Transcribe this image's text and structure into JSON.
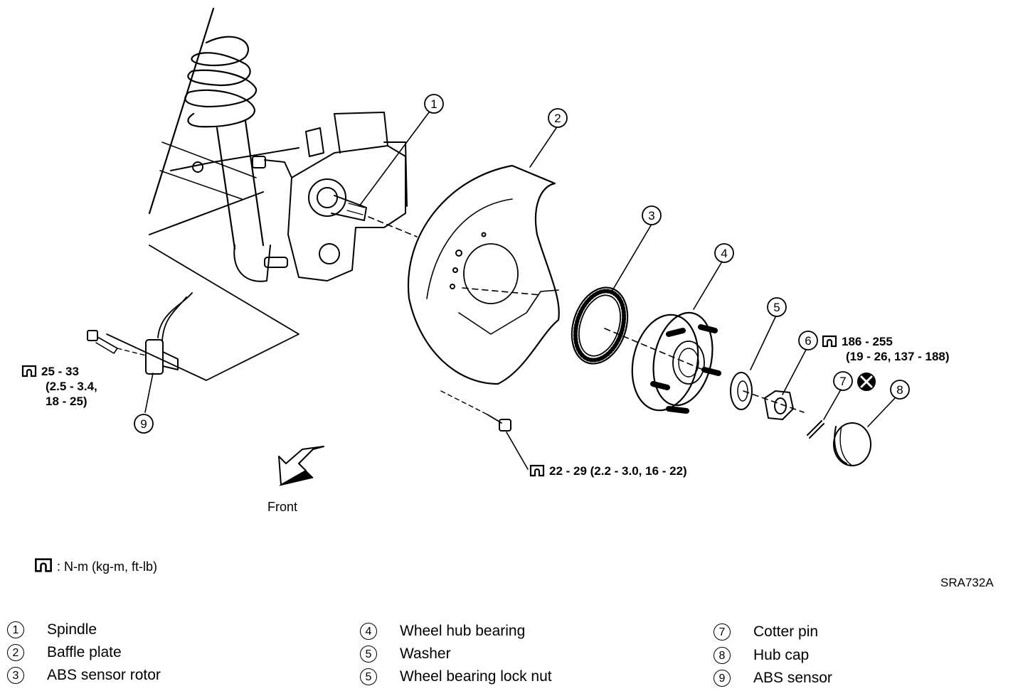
{
  "callouts": [
    "1",
    "2",
    "3",
    "4",
    "5",
    "6",
    "7",
    "8",
    "9"
  ],
  "front_label": "Front",
  "figure_code": "SRA732A",
  "torques": {
    "abs_sensor": [
      "25 - 33",
      "(2.5 - 3.4,",
      "18 - 25)"
    ],
    "lock_nut": [
      "186 - 255",
      "(19 - 26, 137 - 188)"
    ],
    "baffle_bolt": "22 - 29 (2.2 - 3.0, 16 - 22)"
  },
  "units_note": ": N-m (kg-m, ft-lb)",
  "legend": [
    {
      "num": "1",
      "name": "Spindle"
    },
    {
      "num": "2",
      "name": "Baffle plate"
    },
    {
      "num": "3",
      "name": "ABS sensor rotor"
    },
    {
      "num": "4",
      "name": "Wheel hub bearing"
    },
    {
      "num": "5",
      "name": "Washer"
    },
    {
      "num": "5",
      "name": "Wheel bearing lock nut"
    },
    {
      "num": "7",
      "name": "Cotter pin"
    },
    {
      "num": "8",
      "name": "Hub cap"
    },
    {
      "num": "9",
      "name": "ABS sensor"
    }
  ]
}
